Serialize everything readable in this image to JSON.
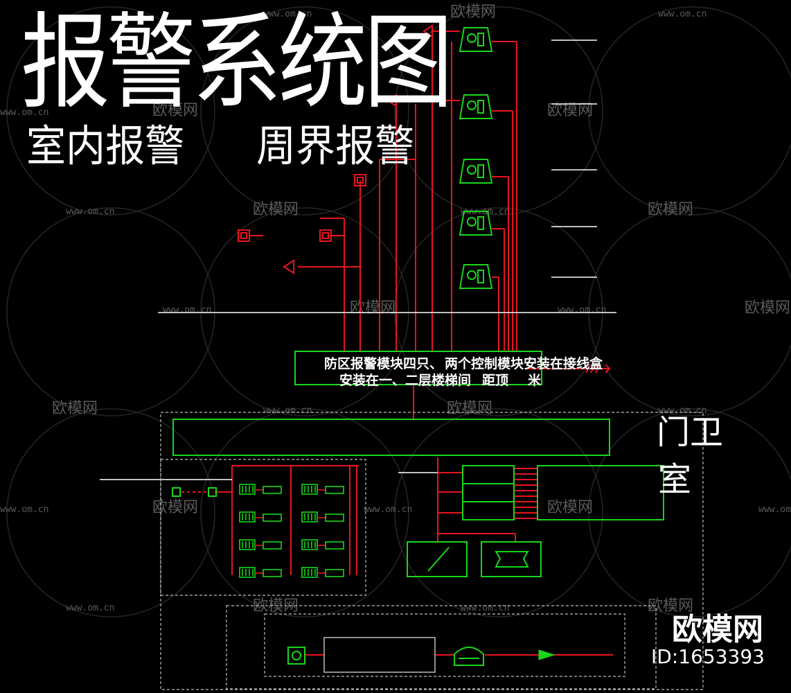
{
  "diagram": {
    "title": "报警系统图",
    "subtitles": [
      "室内报警",
      "周界报警"
    ],
    "note_line_1": [
      "防区报警模块四只、",
      "两个控制模块安装在接线盒"
    ],
    "note_line_2": [
      "安装在一、二层楼梯间",
      "距顶",
      "米"
    ],
    "room_label": [
      "门卫",
      "室"
    ]
  },
  "watermark": {
    "brand": "欧模网",
    "site": "www.om.cn",
    "id": "ID:1653393"
  },
  "colors": {
    "background": "#000000",
    "line_red": "#e8141e",
    "line_green": "#19d619",
    "line_white": "#ffffff",
    "watermark_gray": "#5a5a5a"
  },
  "icons": {
    "detector": "detector-icon",
    "siren": "siren-icon",
    "alarm_arrow": "alarm-arrow-icon",
    "module": "module-icon",
    "keypad": "keypad-icon",
    "telephone": "telephone-icon",
    "signal_arrow": "signal-arrow-icon",
    "cable_break": "cable-break-icon"
  }
}
